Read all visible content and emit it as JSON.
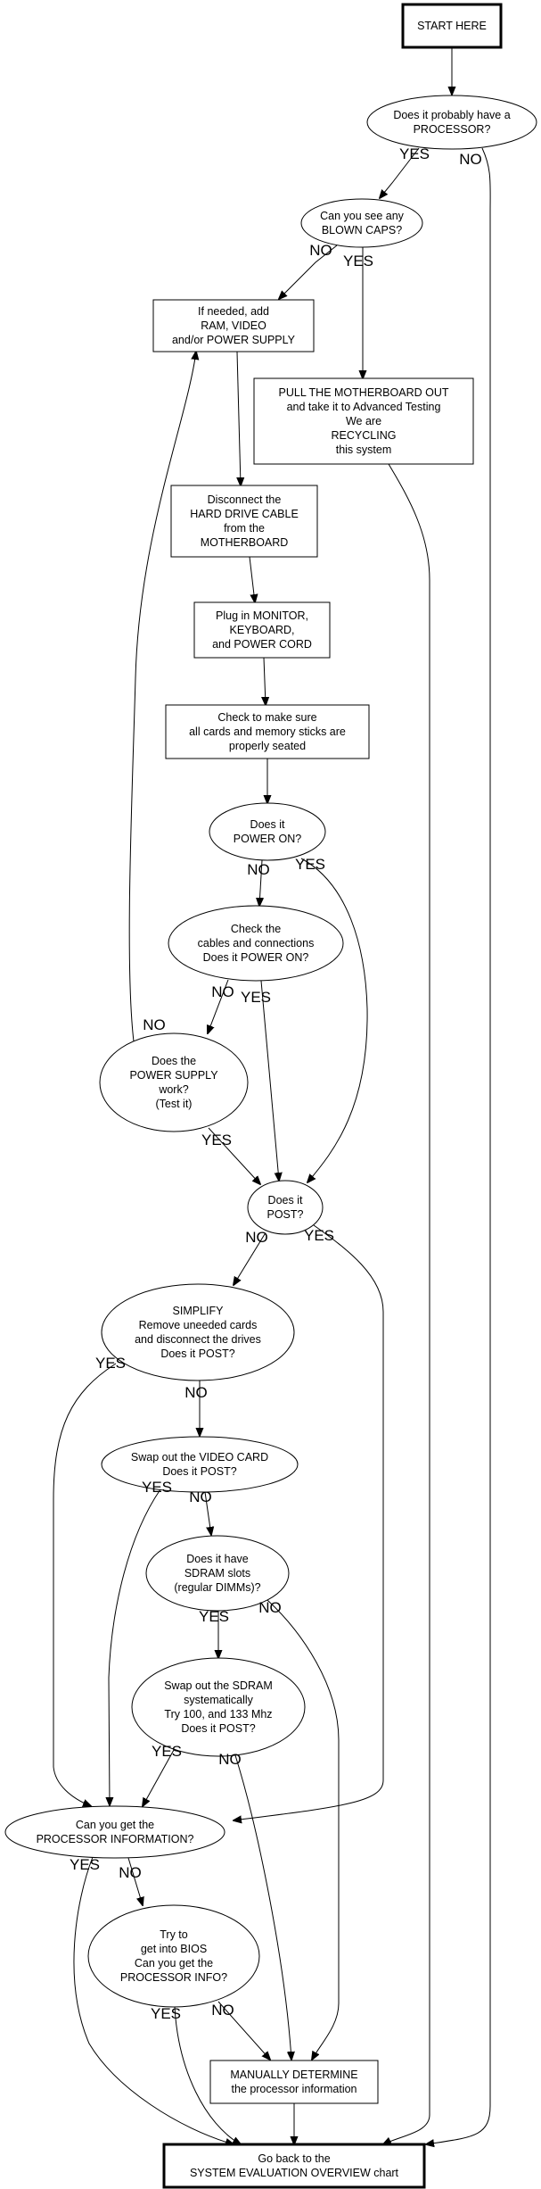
{
  "diagram": {
    "title": "Processor evaluation flowchart",
    "nodes": [
      {
        "id": "start",
        "shape": "box-bold",
        "lines": [
          "START HERE"
        ]
      },
      {
        "id": "has_proc",
        "shape": "ellipse",
        "lines": [
          "Does it probably have a",
          "PROCESSOR?"
        ]
      },
      {
        "id": "blown_caps",
        "shape": "ellipse",
        "lines": [
          "Can you see any",
          "BLOWN CAPS?"
        ]
      },
      {
        "id": "add_parts",
        "shape": "box",
        "lines": [
          "If needed, add",
          "RAM, VIDEO",
          "and/or POWER SUPPLY"
        ]
      },
      {
        "id": "pull_mb",
        "shape": "box",
        "lines": [
          "PULL THE MOTHERBOARD OUT",
          "and take it to Advanced Testing",
          "We are",
          "RECYCLING",
          "this system"
        ]
      },
      {
        "id": "disconnect_hd",
        "shape": "box",
        "lines": [
          "Disconnect the",
          "HARD DRIVE CABLE",
          "from the",
          "MOTHERBOARD"
        ]
      },
      {
        "id": "plug_in",
        "shape": "box",
        "lines": [
          "Plug in MONITOR,",
          "KEYBOARD,",
          "and POWER CORD"
        ]
      },
      {
        "id": "check_seated",
        "shape": "box",
        "lines": [
          "Check to make sure",
          "all cards and memory sticks are",
          "properly seated"
        ]
      },
      {
        "id": "power_on",
        "shape": "ellipse",
        "lines": [
          "Does it",
          "POWER ON?"
        ]
      },
      {
        "id": "check_cables",
        "shape": "ellipse",
        "lines": [
          "Check the",
          "cables and connections",
          "Does it POWER ON?"
        ]
      },
      {
        "id": "psu_work",
        "shape": "ellipse",
        "lines": [
          "Does the",
          "POWER SUPPLY",
          "work?",
          "(Test it)"
        ]
      },
      {
        "id": "post",
        "shape": "ellipse",
        "lines": [
          "Does it",
          "POST?"
        ]
      },
      {
        "id": "simplify",
        "shape": "ellipse",
        "lines": [
          "SIMPLIFY",
          "Remove uneeded cards",
          "and disconnect the drives",
          "Does it POST?"
        ]
      },
      {
        "id": "swap_video",
        "shape": "ellipse",
        "lines": [
          "Swap out the VIDEO CARD",
          "Does it POST?"
        ]
      },
      {
        "id": "sdram_slots",
        "shape": "ellipse",
        "lines": [
          "Does it have",
          "SDRAM slots",
          "(regular DIMMs)?"
        ]
      },
      {
        "id": "swap_sdram",
        "shape": "ellipse",
        "lines": [
          "Swap out the SDRAM",
          "systematically",
          "Try 100, and 133 Mhz",
          "Does it POST?"
        ]
      },
      {
        "id": "proc_info",
        "shape": "ellipse",
        "lines": [
          "Can you get the",
          "PROCESSOR INFORMATION?"
        ]
      },
      {
        "id": "bios",
        "shape": "ellipse",
        "lines": [
          "Try to",
          "get into BIOS",
          "Can you get the",
          "PROCESSOR INFO?"
        ]
      },
      {
        "id": "manual",
        "shape": "box",
        "lines": [
          "MANUALLY DETERMINE",
          "the processor information"
        ]
      },
      {
        "id": "go_back",
        "shape": "box-bold",
        "lines": [
          "Go back to the",
          "SYSTEM EVALUATION OVERVIEW chart"
        ]
      }
    ],
    "edges": [
      {
        "from": "start",
        "to": "has_proc",
        "label": ""
      },
      {
        "from": "has_proc",
        "to": "blown_caps",
        "label": "YES"
      },
      {
        "from": "has_proc",
        "to": "go_back",
        "label": "NO"
      },
      {
        "from": "blown_caps",
        "to": "add_parts",
        "label": "NO"
      },
      {
        "from": "blown_caps",
        "to": "pull_mb",
        "label": "YES"
      },
      {
        "from": "pull_mb",
        "to": "go_back",
        "label": ""
      },
      {
        "from": "add_parts",
        "to": "disconnect_hd",
        "label": ""
      },
      {
        "from": "disconnect_hd",
        "to": "plug_in",
        "label": ""
      },
      {
        "from": "plug_in",
        "to": "check_seated",
        "label": ""
      },
      {
        "from": "check_seated",
        "to": "power_on",
        "label": ""
      },
      {
        "from": "power_on",
        "to": "check_cables",
        "label": "NO"
      },
      {
        "from": "power_on",
        "to": "post",
        "label": "YES"
      },
      {
        "from": "check_cables",
        "to": "psu_work",
        "label": "NO"
      },
      {
        "from": "check_cables",
        "to": "post",
        "label": "YES"
      },
      {
        "from": "psu_work",
        "to": "add_parts",
        "label": "NO"
      },
      {
        "from": "psu_work",
        "to": "post",
        "label": "YES"
      },
      {
        "from": "post",
        "to": "simplify",
        "label": "NO"
      },
      {
        "from": "post",
        "to": "proc_info",
        "label": "YES"
      },
      {
        "from": "simplify",
        "to": "swap_video",
        "label": "NO"
      },
      {
        "from": "simplify",
        "to": "proc_info",
        "label": "YES"
      },
      {
        "from": "swap_video",
        "to": "sdram_slots",
        "label": "NO"
      },
      {
        "from": "swap_video",
        "to": "proc_info",
        "label": "YES"
      },
      {
        "from": "sdram_slots",
        "to": "swap_sdram",
        "label": "YES"
      },
      {
        "from": "sdram_slots",
        "to": "manual",
        "label": "NO"
      },
      {
        "from": "swap_sdram",
        "to": "proc_info",
        "label": "YES"
      },
      {
        "from": "swap_sdram",
        "to": "manual",
        "label": "NO"
      },
      {
        "from": "proc_info",
        "to": "bios",
        "label": "NO"
      },
      {
        "from": "proc_info",
        "to": "go_back",
        "label": "YES"
      },
      {
        "from": "bios",
        "to": "manual",
        "label": "NO"
      },
      {
        "from": "bios",
        "to": "go_back",
        "label": "YES"
      },
      {
        "from": "manual",
        "to": "go_back",
        "label": ""
      }
    ]
  }
}
